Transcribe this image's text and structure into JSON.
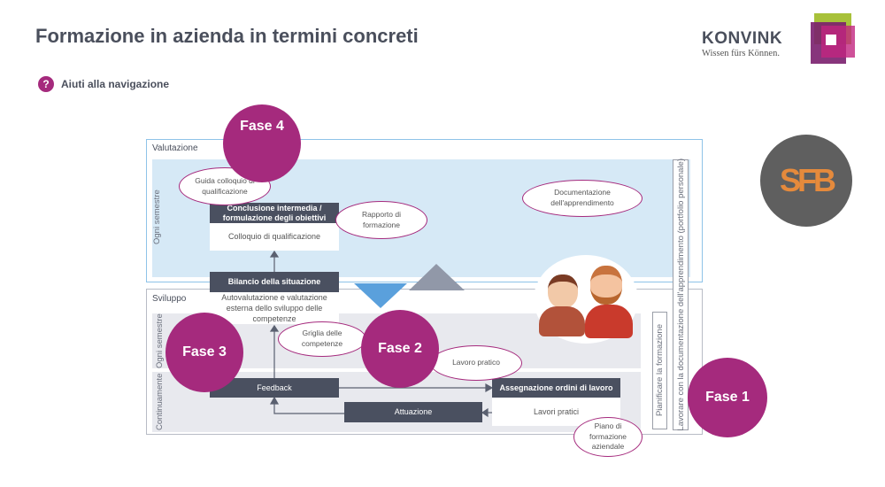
{
  "header": {
    "title": "Formazione in azienda in termini concreti",
    "help_label": "Aiuti alla navigazione",
    "help_icon": "question-circle-icon"
  },
  "logos": {
    "konvink_name": "KONVINK",
    "konvink_tagline": "Wissen fürs Können.",
    "sfb": "SFB"
  },
  "colors": {
    "accent": "#a52a7d",
    "dark_box": "#4a5060",
    "valutazione_bg": "#d6e9f6",
    "sviluppo_bg": "#e8e9ee"
  },
  "diagram": {
    "valutazione": {
      "label": "Valutazione",
      "band": "Ogni semestre"
    },
    "sviluppo": {
      "label": "Sviluppo",
      "band1": "Ogni semestre",
      "band2": "Continuamente"
    },
    "portfolio": "Lavorare con la documentazione dell'apprendimento (portfolio personale)",
    "pianificare": "Pianificare la formazione",
    "boxes": {
      "conclusione": "Conclusione intermedia / formulazione degli obiettivi",
      "colloquio": "Colloquio di qualificazione",
      "bilancio": "Bilancio della situazione",
      "autovalutazione": "Autovalutazione e valutazione esterna dello sviluppo delle competenze",
      "feedback": "Feedback",
      "attuazione": "Attuazione",
      "assegnazione": "Assegnazione ordini di lavoro",
      "lavori": "Lavori pratici"
    },
    "tags": {
      "guida": "Guida colloquio di qualificazione",
      "rapporto": "Rapporto di formazione",
      "documentazione": "Documentazione dell'apprendimento",
      "griglia": "Griglia delle competenze",
      "lavoro": "Lavoro pratico",
      "piano": "Piano di formazione aziendale"
    },
    "phases": {
      "f1": "Fase 1",
      "f2": "Fase 2",
      "f3": "Fase 3",
      "f4": "Fase 4"
    }
  }
}
